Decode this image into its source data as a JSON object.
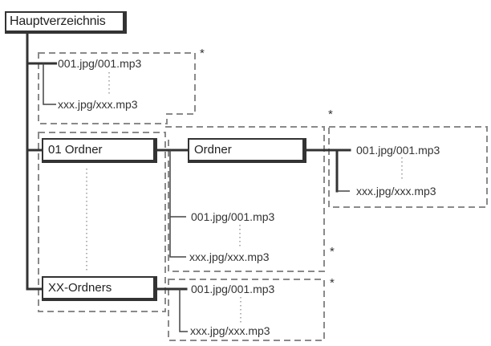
{
  "root": {
    "label": "Hauptverzeichnis"
  },
  "folders": {
    "first": "01 Ordner",
    "sub": "Ordner",
    "last": "XX-Ordners"
  },
  "files": {
    "root_first": "001.jpg/001.mp3",
    "root_last": "xxx.jpg/xxx.mp3",
    "sub_first": "001.jpg/001.mp3",
    "sub_last": "xxx.jpg/xxx.mp3",
    "f1_first": "001.jpg/001.mp3",
    "f1_last": "xxx.jpg/xxx.mp3",
    "fx_first": "001.jpg/001.mp3",
    "fx_last": "xxx.jpg/xxx.mp3"
  },
  "marker": "*",
  "colors": {
    "line": "#333333",
    "dashed": "#8a8a8a",
    "dotted": "#9a9a9a",
    "text": "#333333"
  }
}
